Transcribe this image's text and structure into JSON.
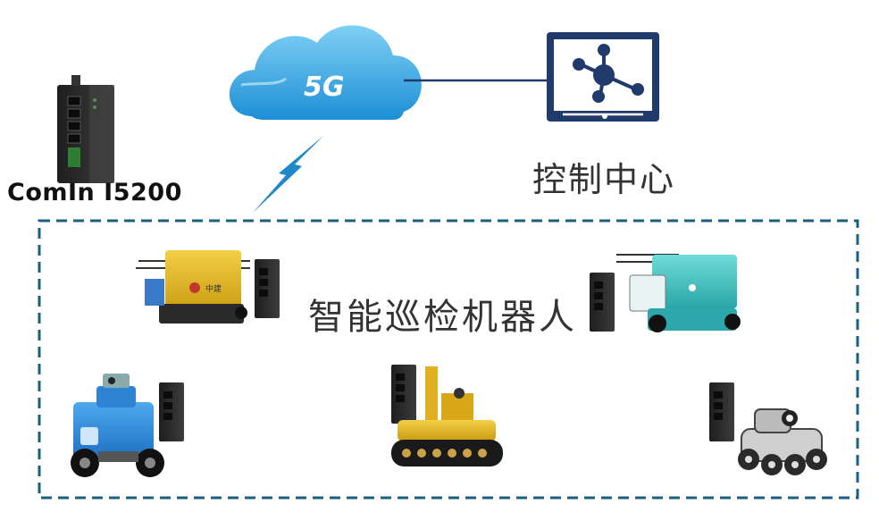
{
  "gateway": {
    "label": "ComIn I5200"
  },
  "network": {
    "label": "5G"
  },
  "control_center": {
    "label": "控制中心"
  },
  "robots_area": {
    "label": "智能巡检机器人"
  },
  "colors": {
    "cloud": "#2ea6e6",
    "dash_border": "#1b5f7d",
    "monitor": "#1f3a6b",
    "lightning": "#1e88c8",
    "robot_yellow": "#e8b820",
    "robot_teal": "#3cc0c0",
    "robot_blue": "#2a8ad8",
    "device_dark": "#2b2b2b"
  }
}
